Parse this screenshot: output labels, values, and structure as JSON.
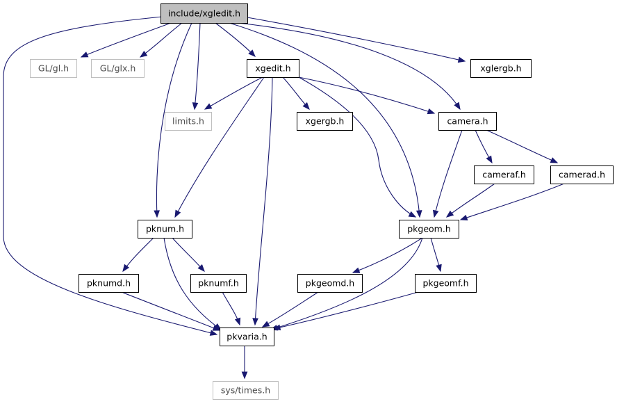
{
  "graph": {
    "type": "include-dependency-graph",
    "edge_color": "#191970",
    "root_fill": "#bfbfbf",
    "external_border": "#bfbfbf",
    "nodes": [
      {
        "id": "root",
        "label": "include/xgledit.h",
        "kind": "root"
      },
      {
        "id": "gl",
        "label": "GL/gl.h",
        "kind": "external"
      },
      {
        "id": "glx",
        "label": "GL/glx.h",
        "kind": "external"
      },
      {
        "id": "xgedit",
        "label": "xgedit.h",
        "kind": "normal"
      },
      {
        "id": "xglergb",
        "label": "xglergb.h",
        "kind": "normal"
      },
      {
        "id": "limits",
        "label": "limits.h",
        "kind": "external"
      },
      {
        "id": "xgergb",
        "label": "xgergb.h",
        "kind": "normal"
      },
      {
        "id": "camera",
        "label": "camera.h",
        "kind": "normal"
      },
      {
        "id": "cameraf",
        "label": "cameraf.h",
        "kind": "normal"
      },
      {
        "id": "camerad",
        "label": "camerad.h",
        "kind": "normal"
      },
      {
        "id": "pknum",
        "label": "pknum.h",
        "kind": "normal"
      },
      {
        "id": "pkgeom",
        "label": "pkgeom.h",
        "kind": "normal"
      },
      {
        "id": "pknumd",
        "label": "pknumd.h",
        "kind": "normal"
      },
      {
        "id": "pknumf",
        "label": "pknumf.h",
        "kind": "normal"
      },
      {
        "id": "pkgeomd",
        "label": "pkgeomd.h",
        "kind": "normal"
      },
      {
        "id": "pkgeomf",
        "label": "pkgeomf.h",
        "kind": "normal"
      },
      {
        "id": "pkvaria",
        "label": "pkvaria.h",
        "kind": "normal"
      },
      {
        "id": "systimes",
        "label": "sys/times.h",
        "kind": "external"
      }
    ],
    "edges": [
      {
        "from": "root",
        "to": "gl"
      },
      {
        "from": "root",
        "to": "glx"
      },
      {
        "from": "root",
        "to": "xgedit"
      },
      {
        "from": "root",
        "to": "xglergb"
      },
      {
        "from": "root",
        "to": "limits"
      },
      {
        "from": "root",
        "to": "camera"
      },
      {
        "from": "root",
        "to": "pknum"
      },
      {
        "from": "root",
        "to": "pkgeom"
      },
      {
        "from": "root",
        "to": "pkvaria"
      },
      {
        "from": "xgedit",
        "to": "limits"
      },
      {
        "from": "xgedit",
        "to": "xgergb"
      },
      {
        "from": "xgedit",
        "to": "camera"
      },
      {
        "from": "xgedit",
        "to": "pknum"
      },
      {
        "from": "xgedit",
        "to": "pkgeom"
      },
      {
        "from": "xgedit",
        "to": "pkvaria"
      },
      {
        "from": "camera",
        "to": "cameraf"
      },
      {
        "from": "camera",
        "to": "camerad"
      },
      {
        "from": "camera",
        "to": "pkgeom"
      },
      {
        "from": "cameraf",
        "to": "pkgeom"
      },
      {
        "from": "camerad",
        "to": "pkgeom"
      },
      {
        "from": "pknum",
        "to": "pknumd"
      },
      {
        "from": "pknum",
        "to": "pknumf"
      },
      {
        "from": "pknum",
        "to": "pkvaria"
      },
      {
        "from": "pkgeom",
        "to": "pkgeomd"
      },
      {
        "from": "pkgeom",
        "to": "pkgeomf"
      },
      {
        "from": "pkgeom",
        "to": "pkvaria"
      },
      {
        "from": "pknumd",
        "to": "pkvaria"
      },
      {
        "from": "pknumf",
        "to": "pkvaria"
      },
      {
        "from": "pkgeomd",
        "to": "pkvaria"
      },
      {
        "from": "pkgeomf",
        "to": "pkvaria"
      },
      {
        "from": "pkvaria",
        "to": "systimes"
      }
    ]
  }
}
